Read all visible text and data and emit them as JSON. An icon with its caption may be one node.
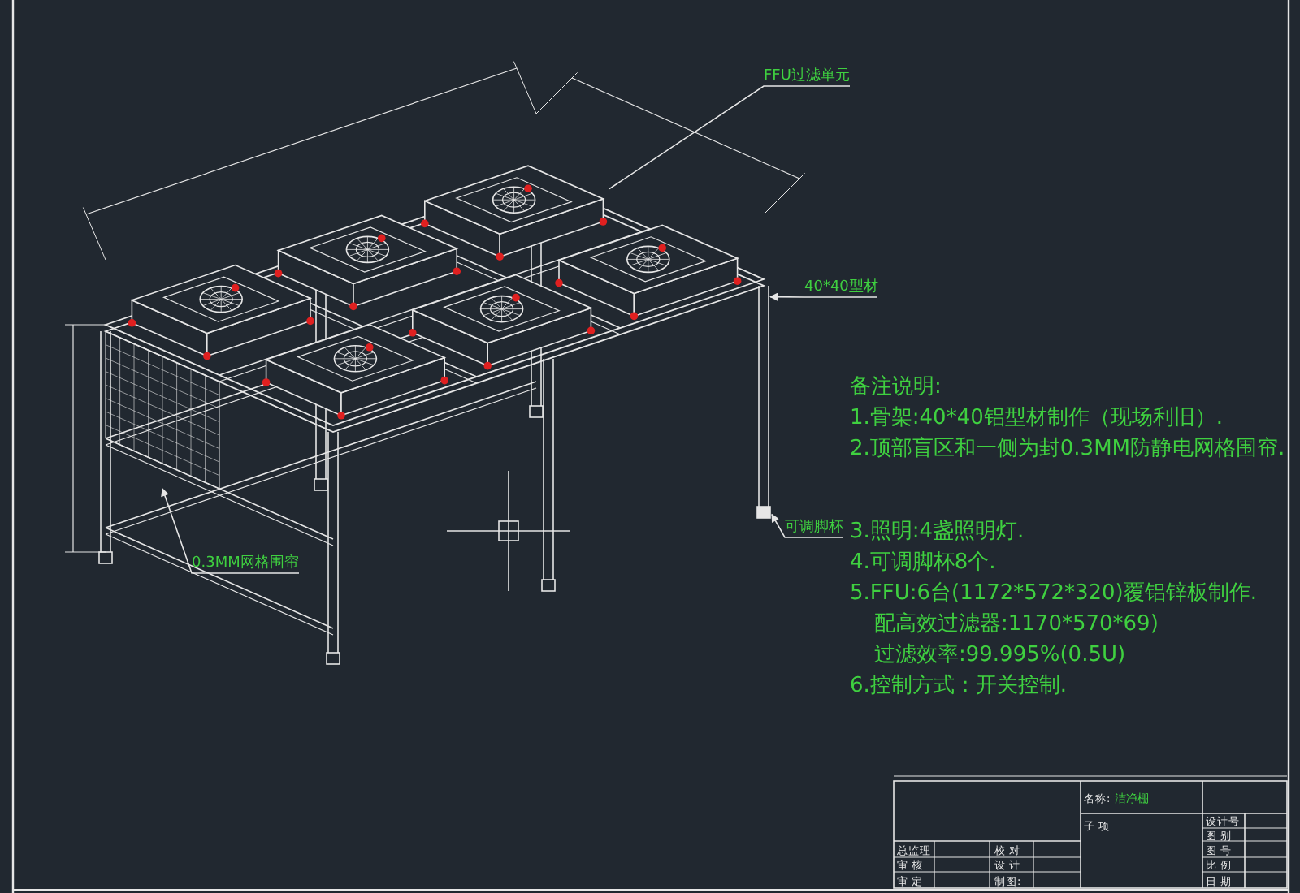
{
  "diagram": {
    "nodes": [
      {
        "text": [
          "FFU过滤单元"
        ]
      },
      {
        "text": [],
        "shape": "box"
      },
      {
        "text": [
          "40*40型材"
        ]
      },
      {
        "text": [],
        "shape": "bar"
      },
      {
        "text": [
          "可调脚杯"
        ]
      },
      {
        "text": [],
        "shape": "box"
      },
      {
        "text": [
          "0.3MM网格围帘"
        ]
      },
      {
        "text": [],
        "shape": "box"
      }
    ],
    "edges": [
      {
        "from": 0,
        "to": 1,
        "arrow": "none"
      },
      {
        "from": 2,
        "to": 3,
        "arrow": "to"
      },
      {
        "from": 4,
        "to": 5,
        "arrow": "to"
      },
      {
        "from": 6,
        "to": 7,
        "arrow": "to"
      }
    ],
    "labels": [
      "备注说明:",
      "1.骨架:40*40铝型材制作（现场利旧）.",
      "2.顶部盲区和一侧为封0.3MM防静电网格围帘.",
      "3.照明:4盏照明灯.",
      "4.可调脚杯8个.",
      "5.FFU:6台(1172*572*320)覆铝锌板制作.",
      "配高效过滤器:1170*570*69)",
      "过滤效率:99.995%(0.5U)",
      "6.控制方式：开关控制.",
      "名称:",
      "洁净棚",
      "子 项",
      "设计号",
      "图 别",
      "总监理",
      "校 对",
      "图 号",
      "审 核",
      "设 计",
      "比 例",
      "审 定",
      "制图:",
      "日 期"
    ]
  }
}
